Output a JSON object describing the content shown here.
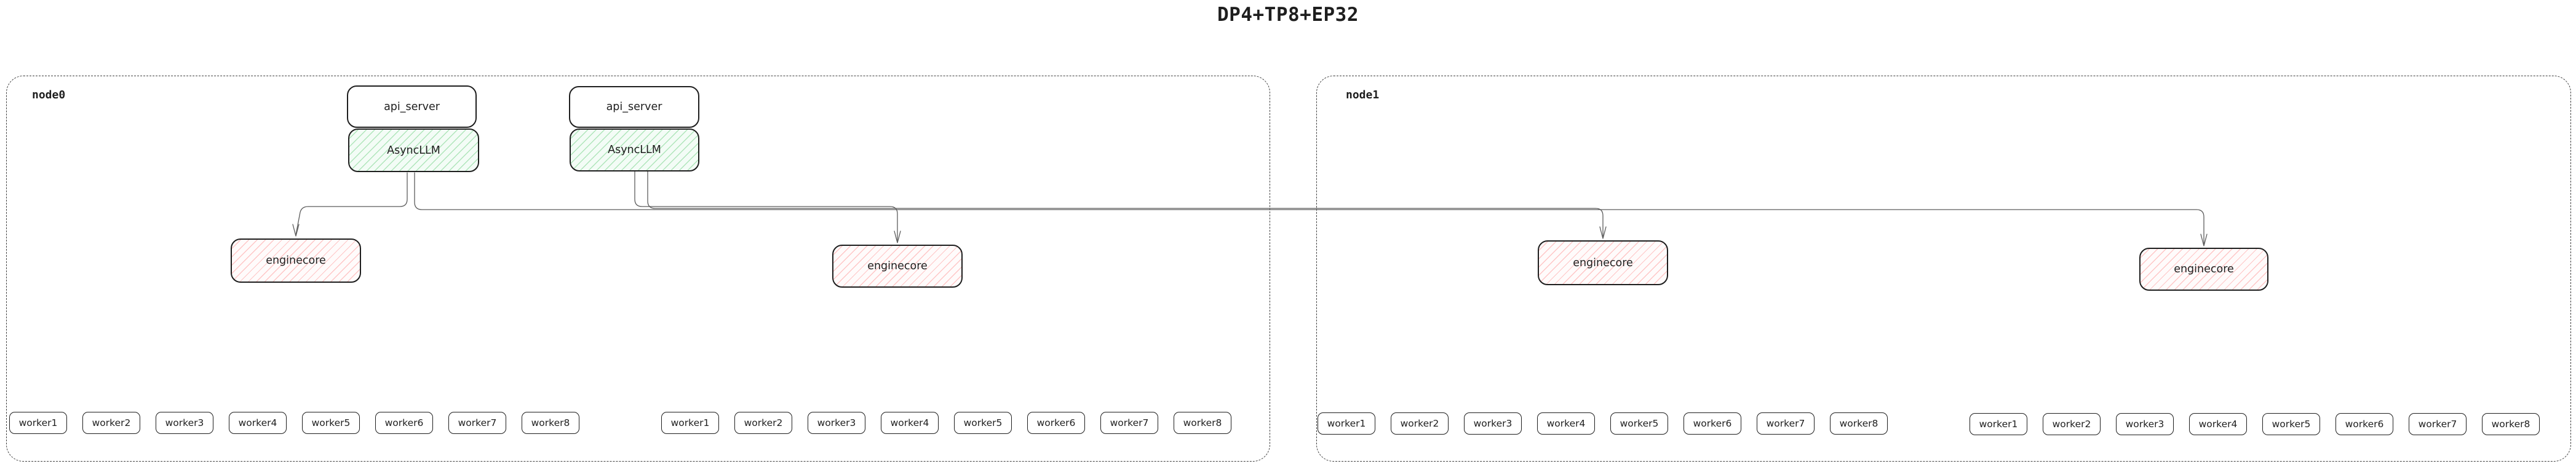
{
  "title": "DP4+TP8+EP32",
  "colors": {
    "border": "#1e1e1e",
    "line": "#5c5c5c",
    "green_hatch": "#40c057",
    "red_hatch": "#ff8787"
  },
  "node0": {
    "label": "node0",
    "api_servers": [
      "api_server",
      "api_server"
    ],
    "async_llms": [
      "AsyncLLM",
      "AsyncLLM"
    ],
    "enginecores": [
      "enginecore",
      "enginecore"
    ],
    "worker_groups": [
      [
        "worker1",
        "worker2",
        "worker3",
        "worker4",
        "worker5",
        "worker6",
        "worker7",
        "worker8"
      ],
      [
        "worker1",
        "worker2",
        "worker3",
        "worker4",
        "worker5",
        "worker6",
        "worker7",
        "worker8"
      ]
    ]
  },
  "node1": {
    "label": "node1",
    "enginecores": [
      "enginecore",
      "enginecore"
    ],
    "worker_groups": [
      [
        "worker1",
        "worker2",
        "worker3",
        "worker4",
        "worker5",
        "worker6",
        "worker7",
        "worker8"
      ],
      [
        "worker1",
        "worker2",
        "worker3",
        "worker4",
        "worker5",
        "worker6",
        "worker7",
        "worker8"
      ]
    ]
  }
}
